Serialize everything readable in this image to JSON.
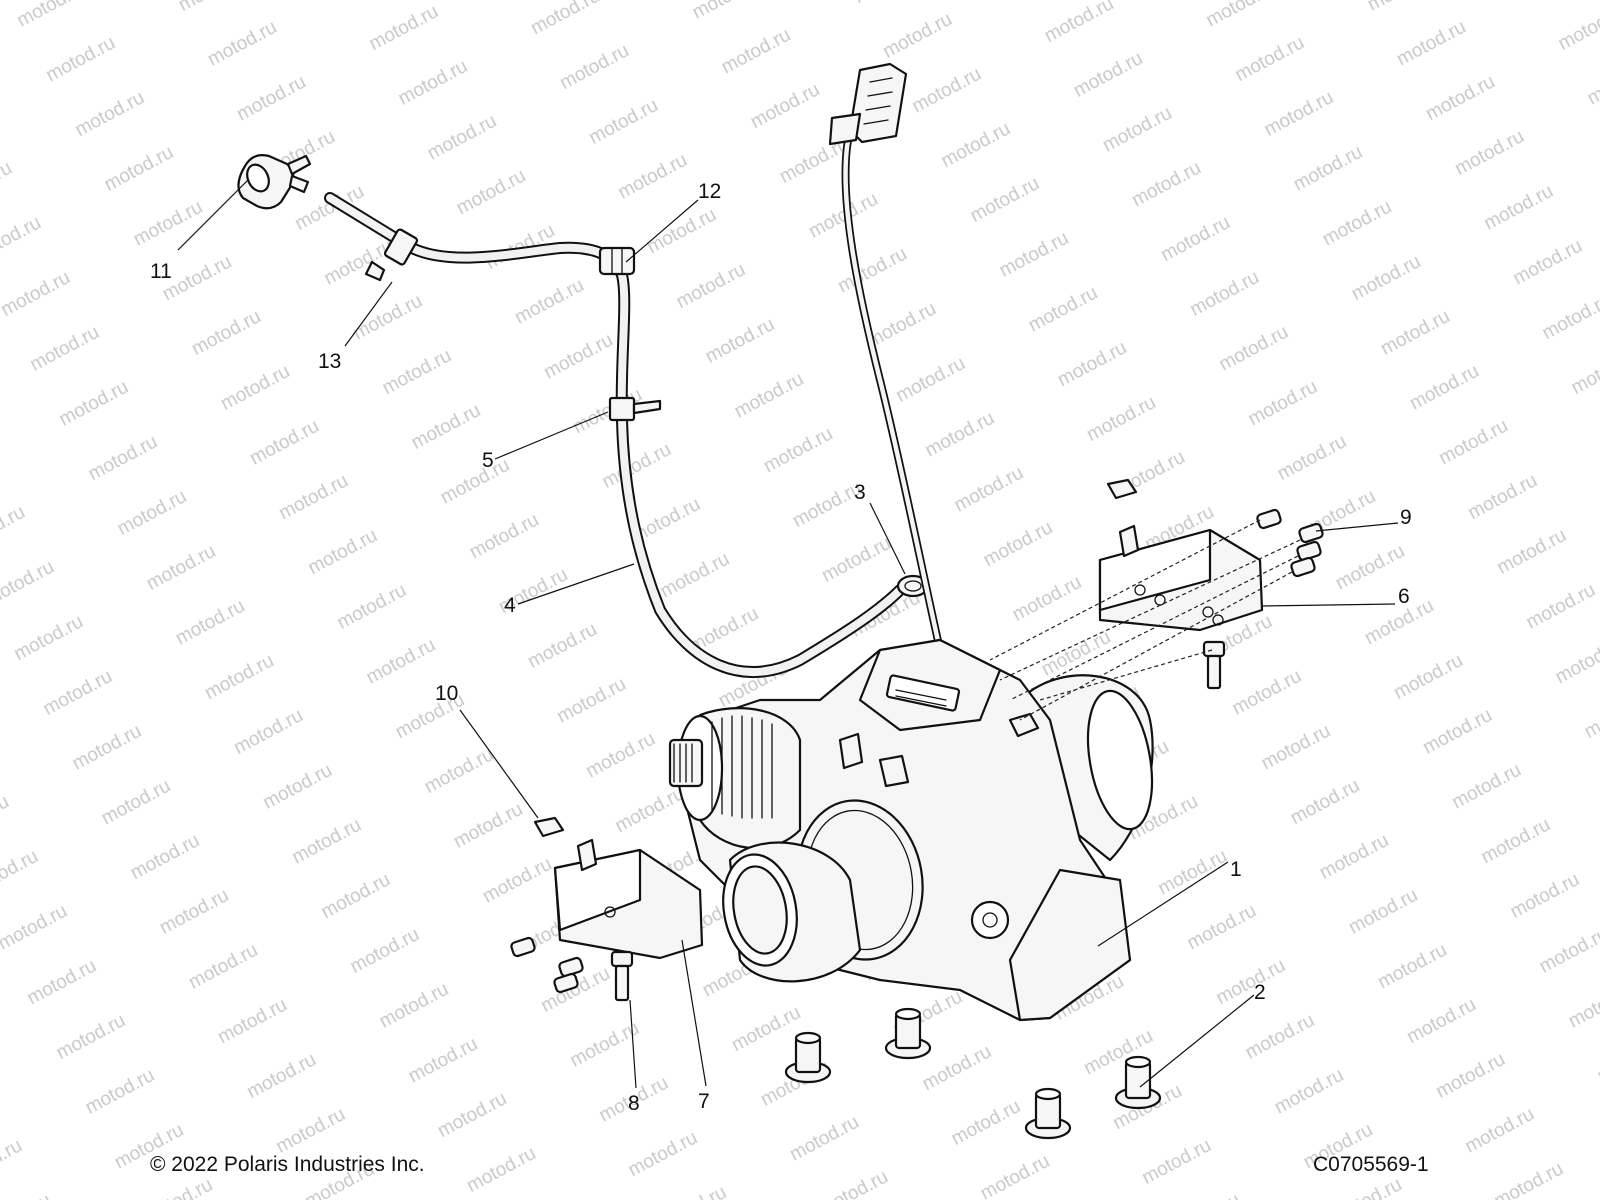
{
  "watermark": {
    "text": "motod.ru"
  },
  "footer": {
    "copyright": "© 2022 Polaris Industries Inc.",
    "drawing_id": "C0705569-1"
  },
  "callouts": [
    {
      "id": "1",
      "label": "1"
    },
    {
      "id": "2",
      "label": "2"
    },
    {
      "id": "3",
      "label": "3"
    },
    {
      "id": "4",
      "label": "4"
    },
    {
      "id": "5",
      "label": "5"
    },
    {
      "id": "6",
      "label": "6"
    },
    {
      "id": "7",
      "label": "7"
    },
    {
      "id": "8",
      "label": "8"
    },
    {
      "id": "9",
      "label": "9"
    },
    {
      "id": "10",
      "label": "10"
    },
    {
      "id": "11",
      "label": "11"
    },
    {
      "id": "12",
      "label": "12"
    },
    {
      "id": "13",
      "label": "13"
    }
  ]
}
